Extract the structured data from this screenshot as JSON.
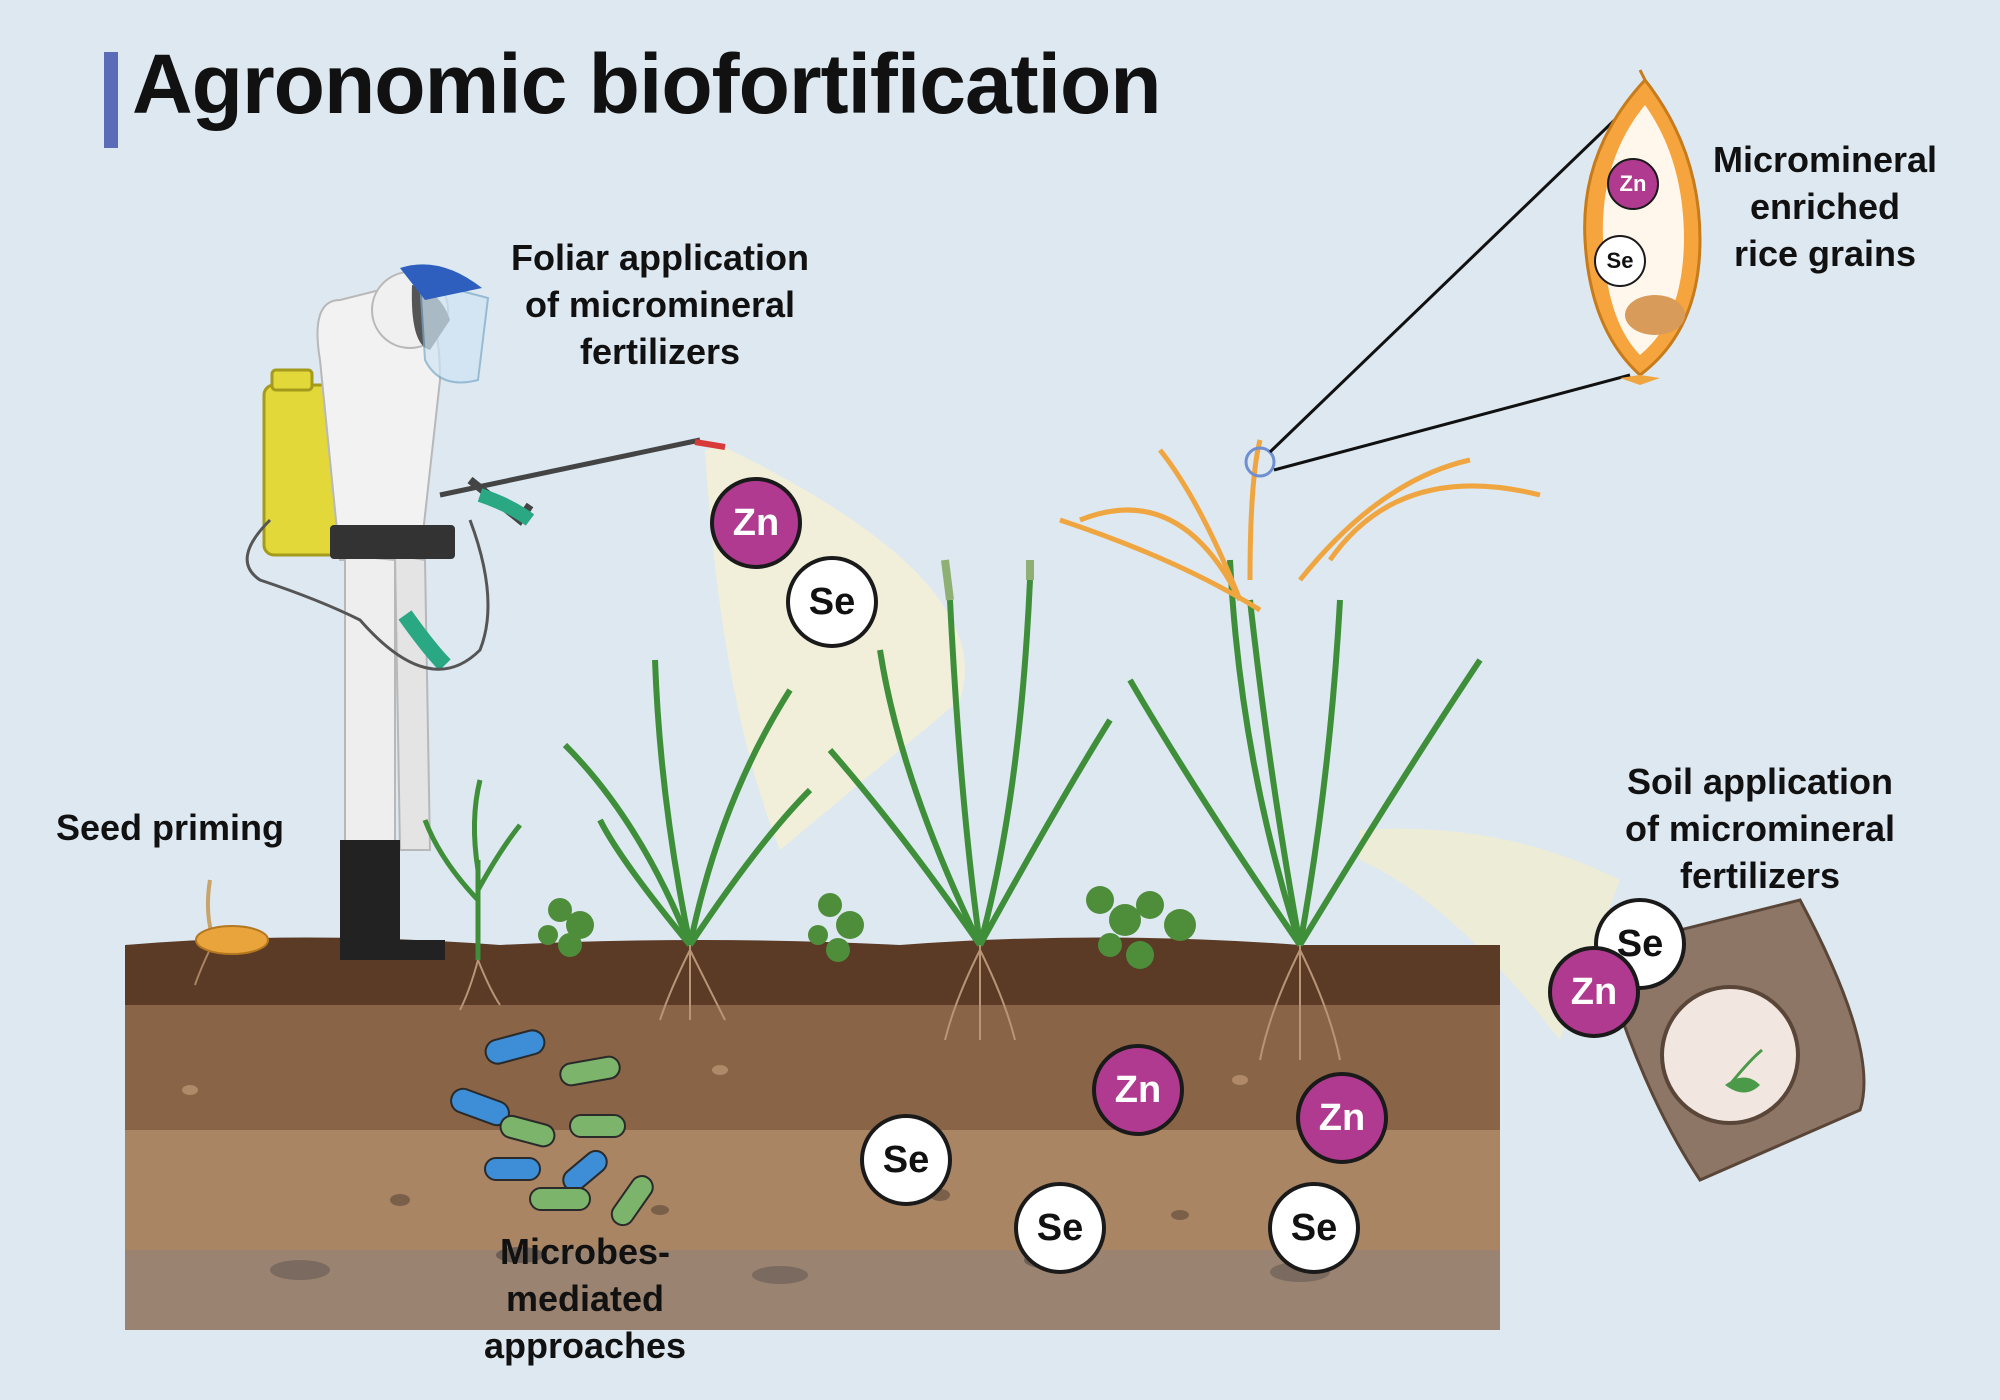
{
  "title": "Agronomic biofortification",
  "labels": {
    "foliar": [
      "Foliar application",
      "of micromineral",
      "fertilizers"
    ],
    "grains": [
      "Micromineral",
      "enriched",
      "rice grains"
    ],
    "seed": [
      "Seed priming"
    ],
    "soil": [
      "Soil application",
      "of micromineral",
      "fertilizers"
    ],
    "microbes": [
      "Microbes-",
      "mediated",
      "approaches"
    ]
  },
  "elements": {
    "zn": "Zn",
    "se": "Se"
  },
  "colors": {
    "background": "#dde8f1",
    "title_bar": "#5a6bb8",
    "zinc": "#b03a8f",
    "selenium": "#ffffff",
    "topsoil": "#5b3a26",
    "subsoil": "#8a6446",
    "deep_soil": "#a98563",
    "plant_green": "#3f8f3a",
    "rice_panicle": "#f0a640"
  }
}
